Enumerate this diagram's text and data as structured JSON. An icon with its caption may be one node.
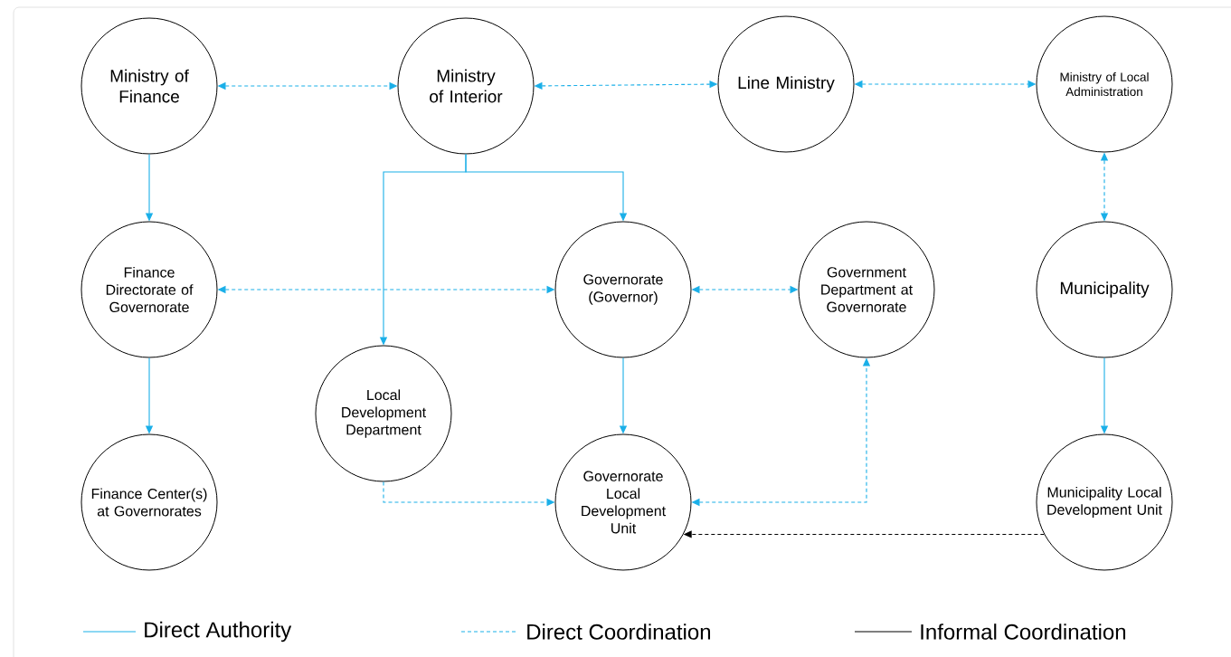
{
  "diagram": {
    "nodes": [
      {
        "text": [
          "Ministry of Finance"
        ]
      },
      {
        "text": [
          "Ministry of Interior"
        ]
      },
      {
        "text": [
          "Line Ministry"
        ]
      },
      {
        "text": [
          "Ministry of Local Administration"
        ]
      },
      {
        "text": [
          "Finance Directorate of Governorate"
        ]
      },
      {
        "text": [
          "Governorate (Governor)"
        ]
      },
      {
        "text": [
          "Government Department at Governorate"
        ]
      },
      {
        "text": [
          "Municipality"
        ]
      },
      {
        "text": [
          "Local Development Department"
        ]
      },
      {
        "text": [
          "Finance Center(s) at Governorates"
        ]
      },
      {
        "text": [
          "Governorate Local Development Unit"
        ]
      },
      {
        "text": [
          "Municipality Local Development Unit"
        ]
      }
    ],
    "edges": [
      {
        "from": 0,
        "to": 1,
        "arrow": "both",
        "style": "dashed"
      },
      {
        "from": 1,
        "to": 2,
        "arrow": "both",
        "style": "dashed"
      },
      {
        "from": 2,
        "to": 3,
        "arrow": "both",
        "style": "dashed"
      },
      {
        "from": 0,
        "to": 4,
        "arrow": "to"
      },
      {
        "from": 1,
        "to": 8,
        "arrow": "to"
      },
      {
        "from": 1,
        "to": 5,
        "arrow": "to"
      },
      {
        "from": 3,
        "to": 7,
        "arrow": "both",
        "style": "dashed"
      },
      {
        "from": 4,
        "to": 5,
        "arrow": "both",
        "style": "dashed"
      },
      {
        "from": 5,
        "to": 6,
        "arrow": "both",
        "style": "dashed"
      },
      {
        "from": 4,
        "to": 9,
        "arrow": "to"
      },
      {
        "from": 5,
        "to": 10,
        "arrow": "to"
      },
      {
        "from": 7,
        "to": 11,
        "arrow": "to"
      },
      {
        "from": 8,
        "to": 10,
        "arrow": "to",
        "style": "dashed"
      },
      {
        "from": 10,
        "to": 6,
        "arrow": "both",
        "style": "dashed"
      },
      {
        "from": 11,
        "to": 10,
        "arrow": "to",
        "style": "dashed",
        "color": "#000000"
      }
    ],
    "legend": [
      {
        "text": "Direct Authority"
      },
      {
        "text": "Direct Coordination"
      },
      {
        "text": "Informal Coordination"
      }
    ]
  }
}
